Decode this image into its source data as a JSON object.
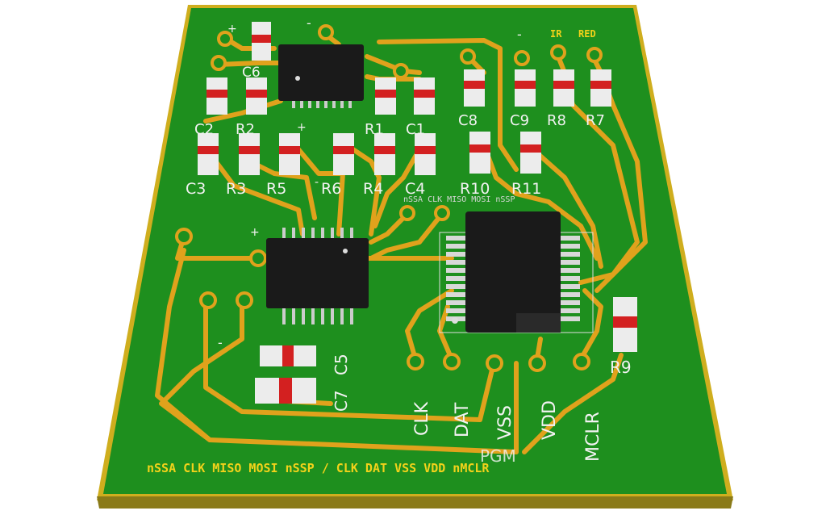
{
  "labels": {
    "plus1": "+",
    "minus1": "-",
    "c6": "C6",
    "c2": "C2",
    "r2": "R2",
    "r1": "R1",
    "c1": "C1",
    "plus2": "+",
    "minus2": "-",
    "c3": "C3",
    "r3": "R3",
    "r5": "R5",
    "r6": "R6",
    "r4": "R4",
    "c4": "C4",
    "c8": "C8",
    "c9": "C9",
    "r8": "R8",
    "r7": "R7",
    "minus3": "-",
    "ir": "IR",
    "red": "RED",
    "r10": "R10",
    "r11": "R11",
    "spi": "nSSA CLK MISO MOSI nSSP",
    "plus3": "+",
    "minus4": "-",
    "c7": "C7",
    "c5": "C5",
    "r9": "R9",
    "hdr_clk": "CLK",
    "hdr_dat": "DAT",
    "hdr_vss": "VSS",
    "hdr_vdd": "VDD",
    "hdr_mclr": "MCLR",
    "pgm": "PGM",
    "bottom": "nSSA CLK MISO MOSI nSSP /  CLK DAT VSS VDD nMCLR"
  },
  "colors": {
    "board": "#1e8f1e",
    "board_edge": "#cfae1e",
    "trace": "#e0a21c",
    "chip": "#1a1a1a",
    "smd_body": "#ececec",
    "smd_red": "#d32020"
  }
}
